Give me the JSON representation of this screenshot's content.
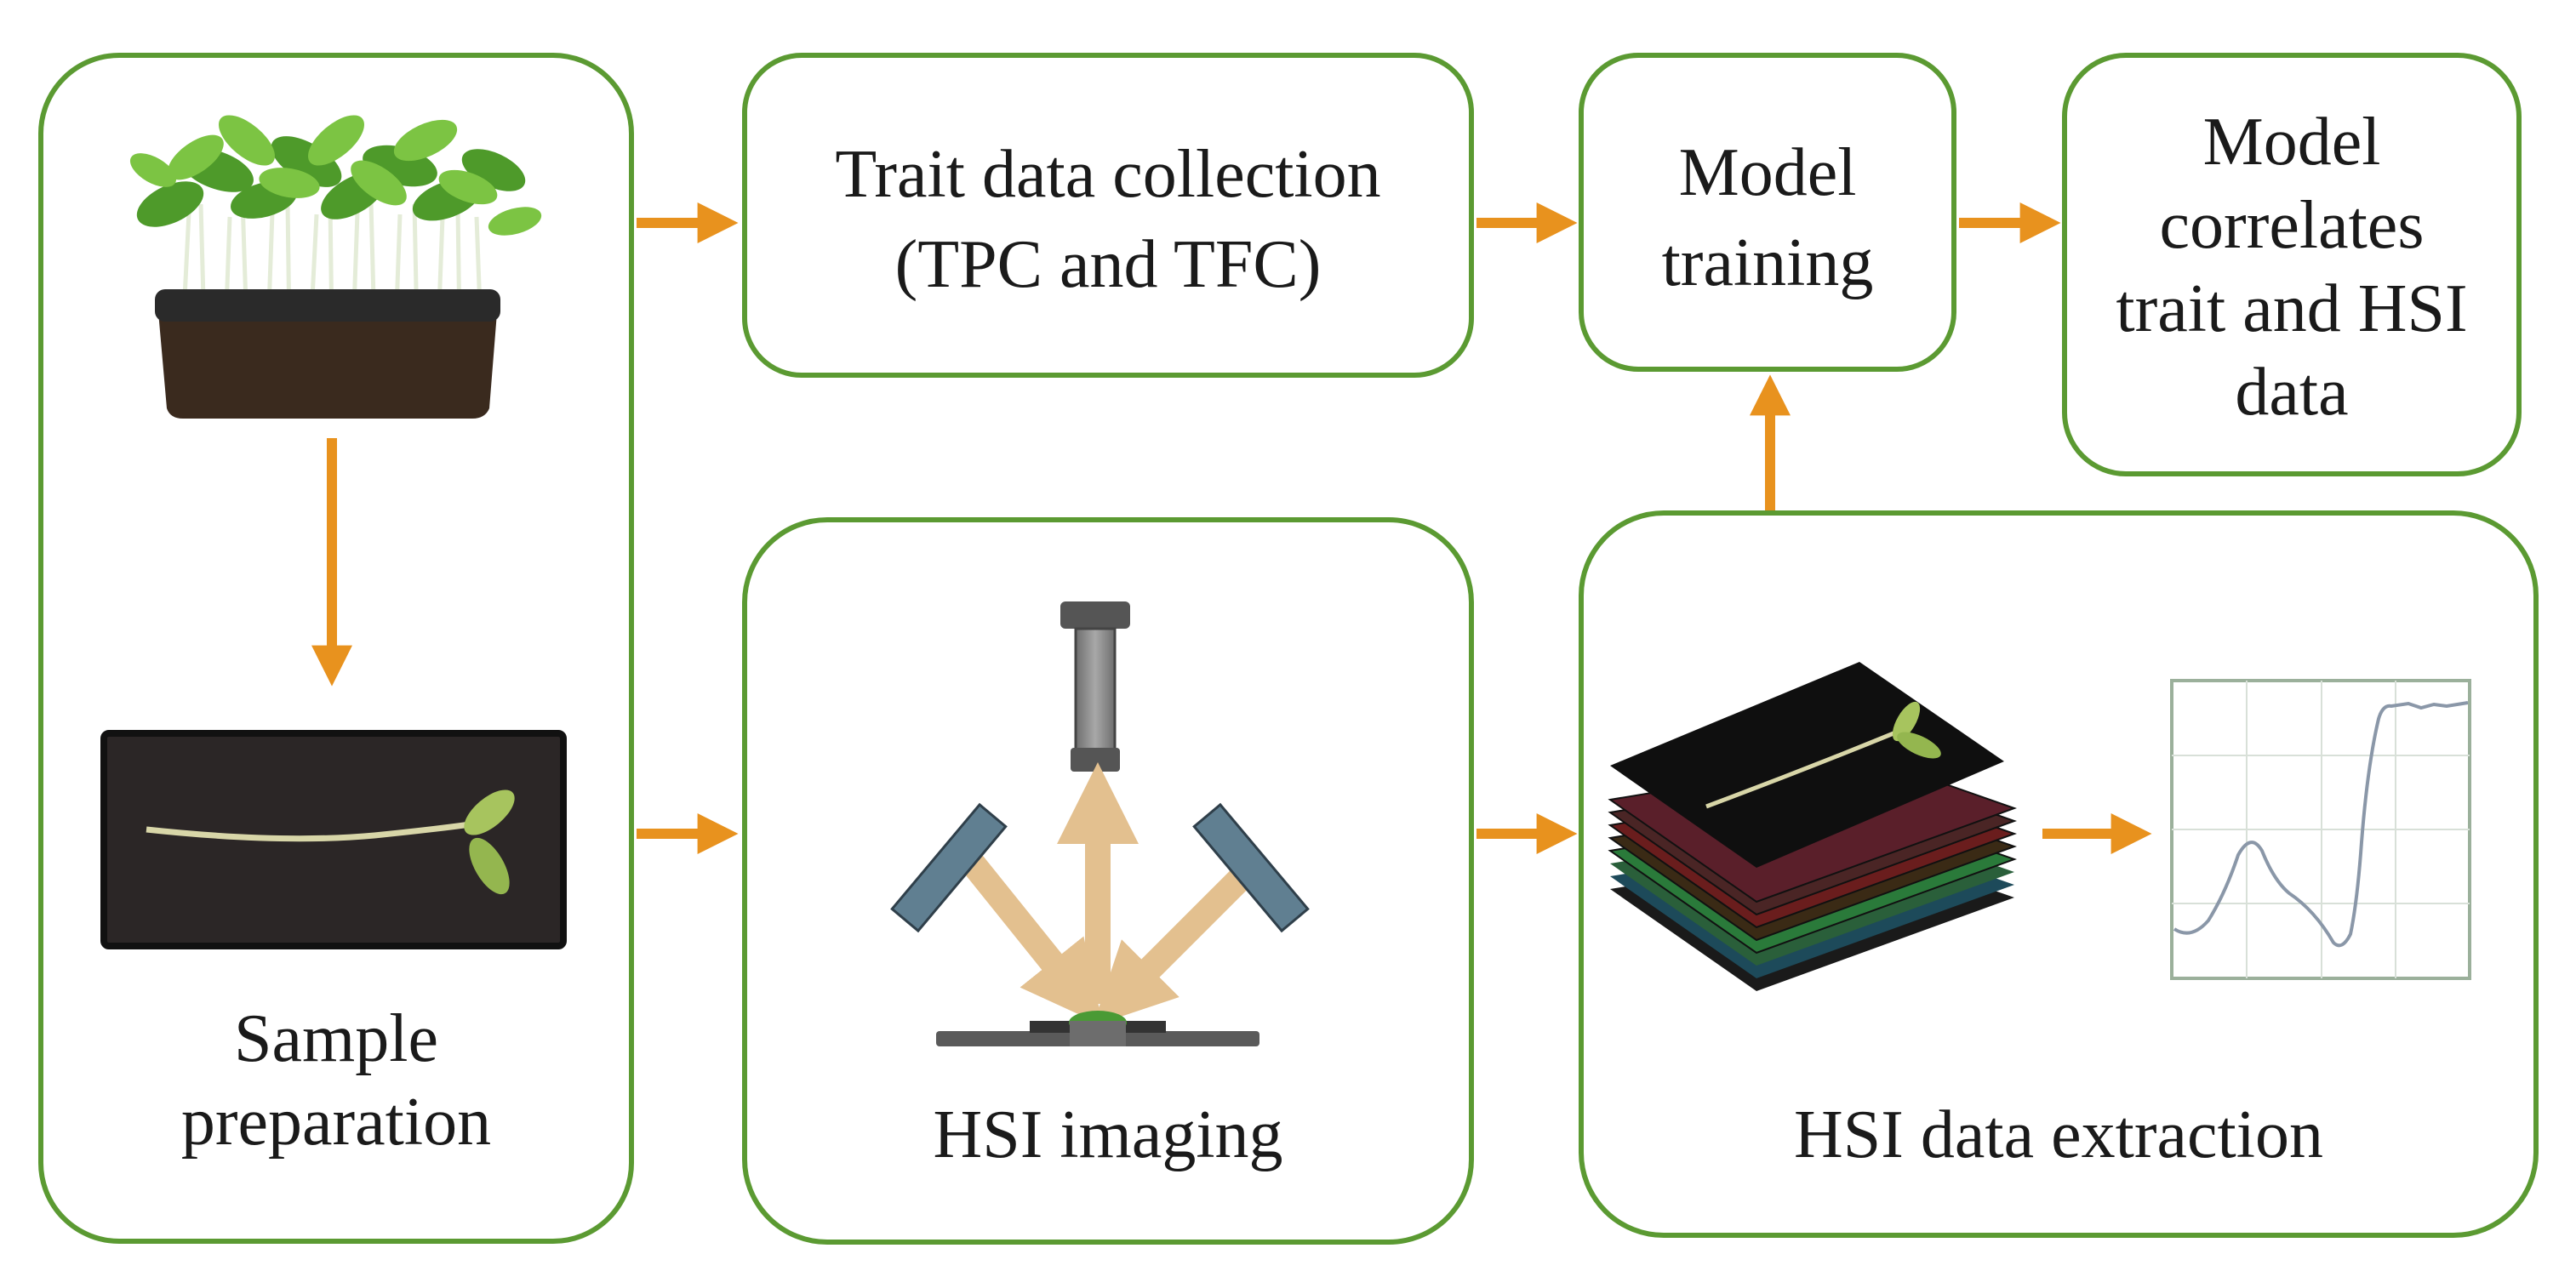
{
  "colors": {
    "box_border": "#5b9a32",
    "arrow": "#e8921e",
    "light_beam": "#e3c08f",
    "lamp": "#607f91",
    "camera": "#8a8a8a"
  },
  "boxes": {
    "sample_preparation": {
      "lines": [
        "Sample",
        "preparation"
      ]
    },
    "trait_collection": {
      "lines": [
        "Trait data collection",
        "(TPC and TFC)"
      ]
    },
    "model_training": {
      "lines": [
        "Model",
        "training"
      ]
    },
    "model_correlates": {
      "lines": [
        "Model",
        "correlates",
        "trait and HSI",
        "data"
      ]
    },
    "hsi_imaging": {
      "lines": [
        "HSI imaging"
      ]
    },
    "hsi_extraction": {
      "lines": [
        "HSI data extraction"
      ]
    }
  },
  "icons": [
    "microgreens-tray-icon",
    "seedling-sample-icon",
    "hyperspectral-camera-icon",
    "light-source-icon",
    "hypercube-stack-icon",
    "spectrum-plot-icon"
  ]
}
